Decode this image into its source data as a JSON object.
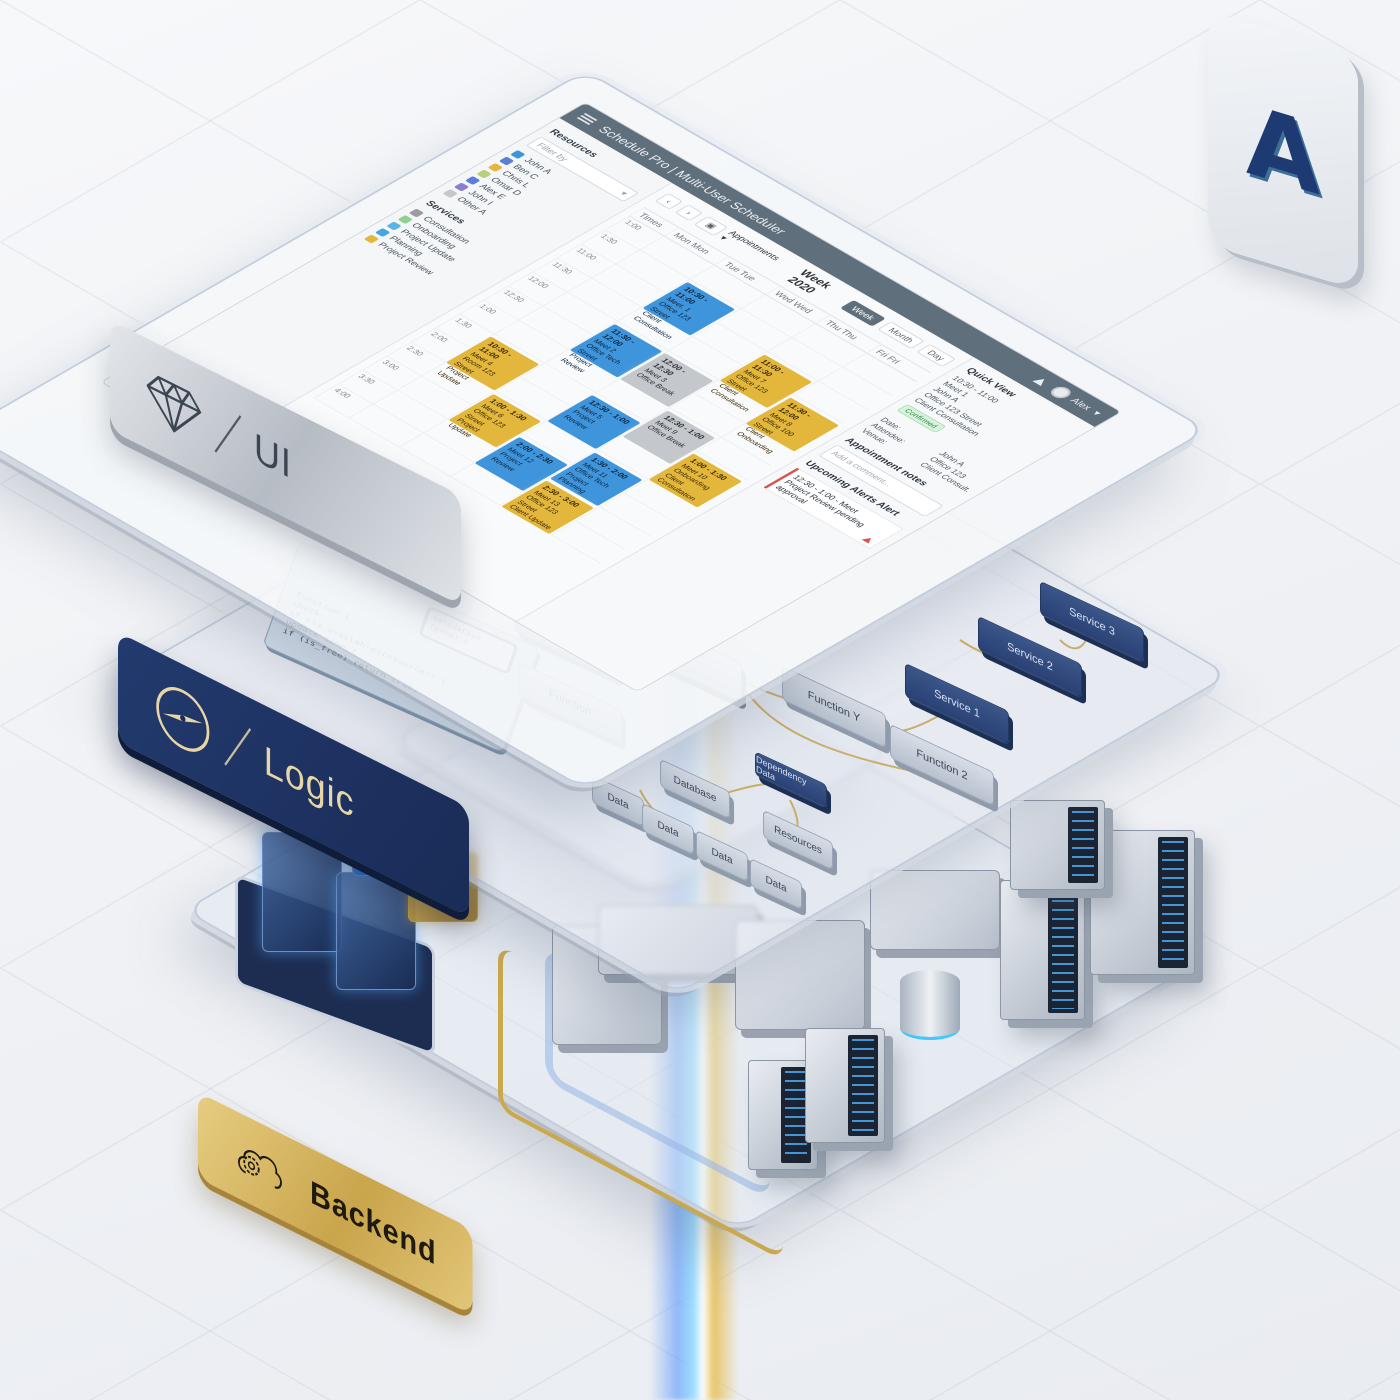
{
  "logo": {
    "letter": "A",
    "color": "#1e3a72"
  },
  "layers": {
    "ui": {
      "label": "UI",
      "icon": "diamond-icon"
    },
    "logic": {
      "label": "Logic",
      "icon": "compass-icon"
    },
    "backend": {
      "label": "Backend",
      "icon": "cloud-gear-icon"
    }
  },
  "app": {
    "title": "Schedule Pro | Multi-User Scheduler",
    "user_name": "Alex",
    "sidebar": {
      "resources_heading": "Resources",
      "filter_placeholder": "Filter by",
      "resources": [
        {
          "label": "John A",
          "color": "#3f95dc"
        },
        {
          "label": "Ben C",
          "color": "#5b7fd6"
        },
        {
          "label": "Chris L",
          "color": "#e3b63c"
        },
        {
          "label": "Omar D",
          "color": "#b9cf7a"
        },
        {
          "label": "Alex E",
          "color": "#5b7fd6"
        },
        {
          "label": "John I",
          "color": "#8a7fcf"
        },
        {
          "label": "Other A",
          "color": "#c4c8cc"
        }
      ],
      "services_heading": "Services",
      "services": [
        {
          "label": "Consultation",
          "color": "#9f9aa1"
        },
        {
          "label": "Onboarding",
          "color": "#8fd18f"
        },
        {
          "label": "Project Update",
          "color": "#5bb4e6"
        },
        {
          "label": "Planning",
          "color": "#43a8e0"
        },
        {
          "label": "Project Review",
          "color": "#e3b63c"
        }
      ]
    },
    "toolbar": {
      "prev": "‹",
      "next": "›",
      "calendar": "▣",
      "view_select": "Appointments ▾",
      "week_title": "Week 2020",
      "views": [
        "Week",
        "Month",
        "Day"
      ],
      "active_view": "Week"
    },
    "grid": {
      "columns": [
        "Times",
        "Mon Mon",
        "Tue Tue",
        "Wed Wed",
        "Thu Thu",
        "Fri Fri"
      ],
      "times": [
        "1:00",
        "1:30",
        "11:00",
        "11:30",
        "12:00",
        "12:30",
        "1:00",
        "1:30",
        "2:00",
        "2:30",
        "3:00",
        "3:30",
        "4:00"
      ],
      "appointments": [
        {
          "col": 1,
          "row": 1,
          "span": 2,
          "type": "blue",
          "time": "10:30 - 11:00",
          "lines": [
            "Meet. 1",
            "Office 123 Street",
            "Client Consultation"
          ]
        },
        {
          "col": 1,
          "row": 4,
          "span": 2,
          "type": "blue",
          "time": "11:30 - 12:00",
          "lines": [
            "Meet 2",
            "Office Tech Street",
            "Project Review"
          ]
        },
        {
          "col": 2,
          "row": 4,
          "span": 2,
          "type": "gray",
          "time": "12:00 - 12:30",
          "lines": [
            "Meet 3",
            "Office Break"
          ]
        },
        {
          "col": 0,
          "row": 7,
          "span": 2,
          "type": "gold",
          "time": "10:30 - 11:00",
          "lines": [
            "Meet 4",
            "Room 123 Street",
            "Project Update"
          ]
        },
        {
          "col": 2,
          "row": 7,
          "span": 2,
          "type": "blue",
          "time": "12:30 - 1:00",
          "lines": [
            "Meet 5",
            "Project Review"
          ]
        },
        {
          "col": 1,
          "row": 9,
          "span": 2,
          "type": "gold",
          "time": "1:00 - 1:30",
          "lines": [
            "Meet 6",
            "Office 123 Street",
            "Project Update"
          ]
        },
        {
          "col": 3,
          "row": 2,
          "span": 2,
          "type": "gold",
          "time": "11:00 - 11:30",
          "lines": [
            "Meet 7",
            "Office 123 Street",
            "Client Consultation"
          ]
        },
        {
          "col": 4,
          "row": 3,
          "span": 2,
          "type": "gold",
          "time": "11:30 - 12:00",
          "lines": [
            "Meet 8",
            "Office 100 Street",
            "Client Onboarding"
          ]
        },
        {
          "col": 3,
          "row": 6,
          "span": 2,
          "type": "gray",
          "time": "12:30 - 1:00",
          "lines": [
            "Meet 9",
            "Office Break"
          ]
        },
        {
          "col": 4,
          "row": 7,
          "span": 2,
          "type": "gold",
          "time": "1:00 - 1:30",
          "lines": [
            "Meet 10",
            "Onboarding",
            "Client Consultation"
          ]
        },
        {
          "col": 3,
          "row": 9,
          "span": 2,
          "type": "blue",
          "time": "1:30 - 2:00",
          "lines": [
            "Meet 11",
            "Office Tech",
            "Project Planning"
          ]
        },
        {
          "col": 2,
          "row": 10,
          "span": 2,
          "type": "blue",
          "time": "2:00 - 2:30",
          "lines": [
            "Meet 12",
            "Project Review"
          ]
        },
        {
          "col": 3,
          "row": 11,
          "span": 2,
          "type": "gold",
          "time": "2:30 - 3:00",
          "lines": [
            "Meet 13",
            "Office 123 Street",
            "Client Update"
          ]
        }
      ]
    },
    "quick_view": {
      "heading": "Quick View",
      "lines": [
        "10:30 - 11:00",
        "Meet 1",
        "John A",
        "Office 123 Street",
        "Client Consultation"
      ],
      "status": "Confirmed",
      "details": [
        "Date:",
        "Attendee:",
        "Venue:"
      ],
      "detail_values": [
        "John A",
        "Office 123",
        "Client Consult."
      ],
      "notes_heading": "Appointment notes",
      "notes_placeholder": "Add a comment..."
    },
    "alerts": {
      "heading": "Upcoming Alerts Alert",
      "line1": "12:30 - 1:00 - Meet",
      "line2": "Project Review pending approval",
      "icon": "warning-icon"
    }
  },
  "logic": {
    "code_card": {
      "inner_title": "Validation",
      "inner_sub": "(prop) {",
      "lines": [
        "function {",
        "  check",
        "  if (is_available(resource)) {",
        "    update time {",
        "    if (is_free) return true;",
        "    } else { false }",
        "  return;",
        "} // end"
      ]
    },
    "nodes": [
      {
        "label": "Function 1",
        "style": "light"
      },
      {
        "label": "Function",
        "style": "light"
      },
      {
        "label": "Function Y",
        "style": "light"
      },
      {
        "label": "Function 2",
        "style": "light"
      },
      {
        "label": "Service 1",
        "style": "dark"
      },
      {
        "label": "Service 2",
        "style": "dark"
      },
      {
        "label": "Service 3",
        "style": "dark"
      },
      {
        "label": "Dependency Data",
        "style": "dark"
      },
      {
        "label": "Database",
        "style": "light"
      },
      {
        "label": "Data",
        "style": "light"
      },
      {
        "label": "Data",
        "style": "light"
      },
      {
        "label": "Data",
        "style": "light"
      },
      {
        "label": "Data",
        "style": "light"
      },
      {
        "label": "Resources",
        "style": "light"
      }
    ]
  },
  "colors": {
    "gold": "#caa84d",
    "navy": "#1e3a72",
    "blue_glow": "#47c7ff",
    "silver": "#b7bec8",
    "appt_blue": "#3f95dc",
    "appt_gold": "#e3b63c",
    "appt_gray": "#c4c8cc"
  }
}
